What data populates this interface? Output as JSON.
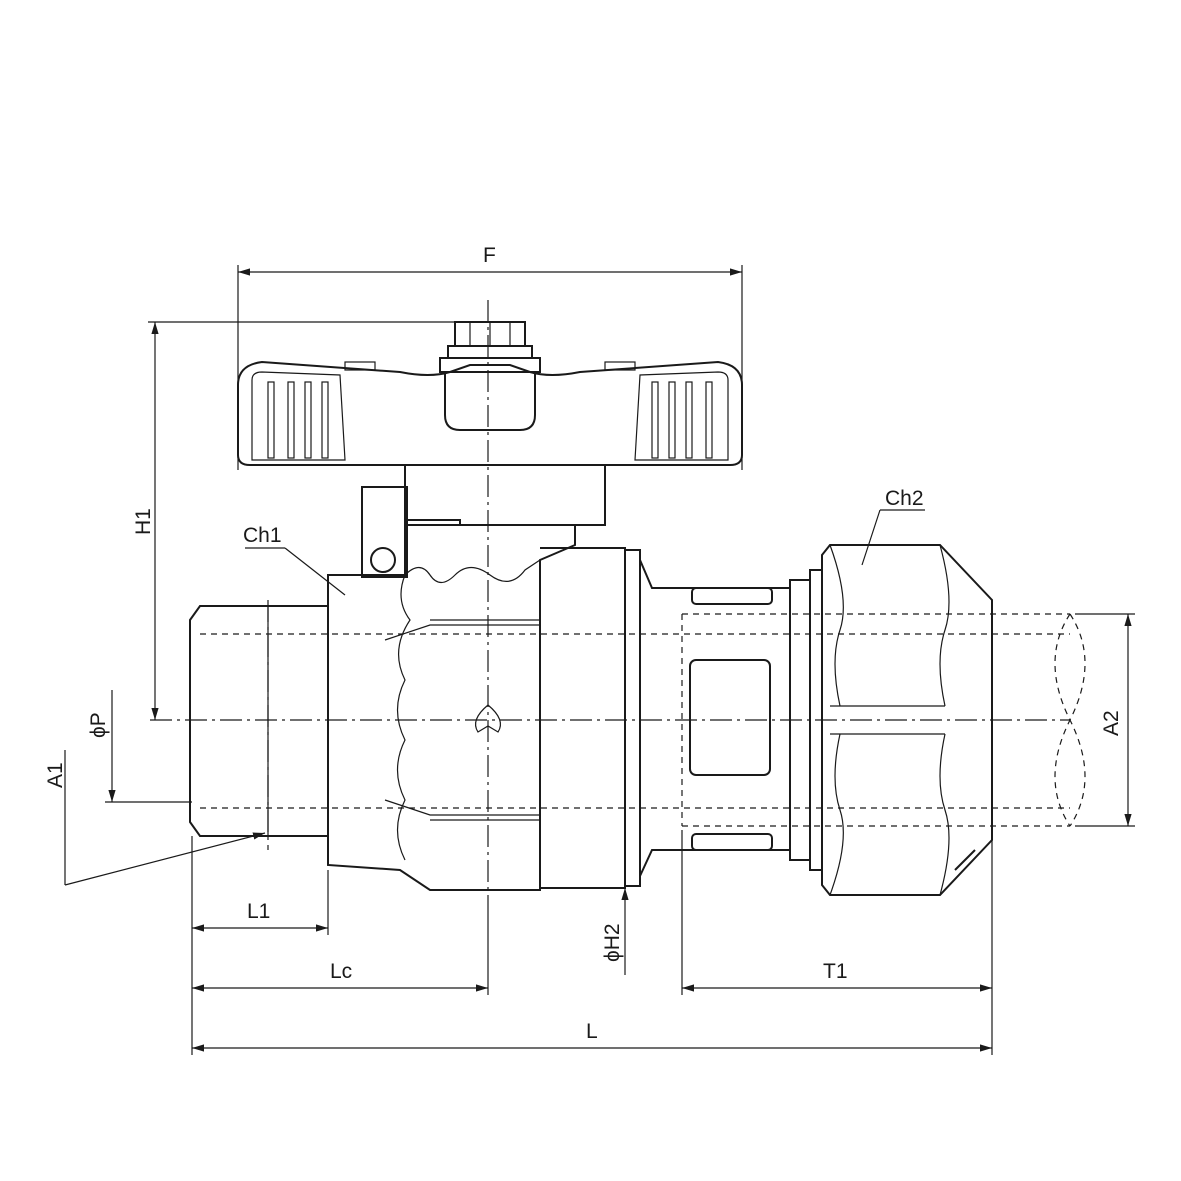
{
  "labels": {
    "F": "F",
    "H1": "H1",
    "Ch1": "Ch1",
    "Ch2": "Ch2",
    "P": "ϕP",
    "A1": "A1",
    "A2": "A2",
    "H2": "ϕH2",
    "L1": "L1",
    "Lc": "Lc",
    "T1": "T1",
    "L": "L"
  }
}
